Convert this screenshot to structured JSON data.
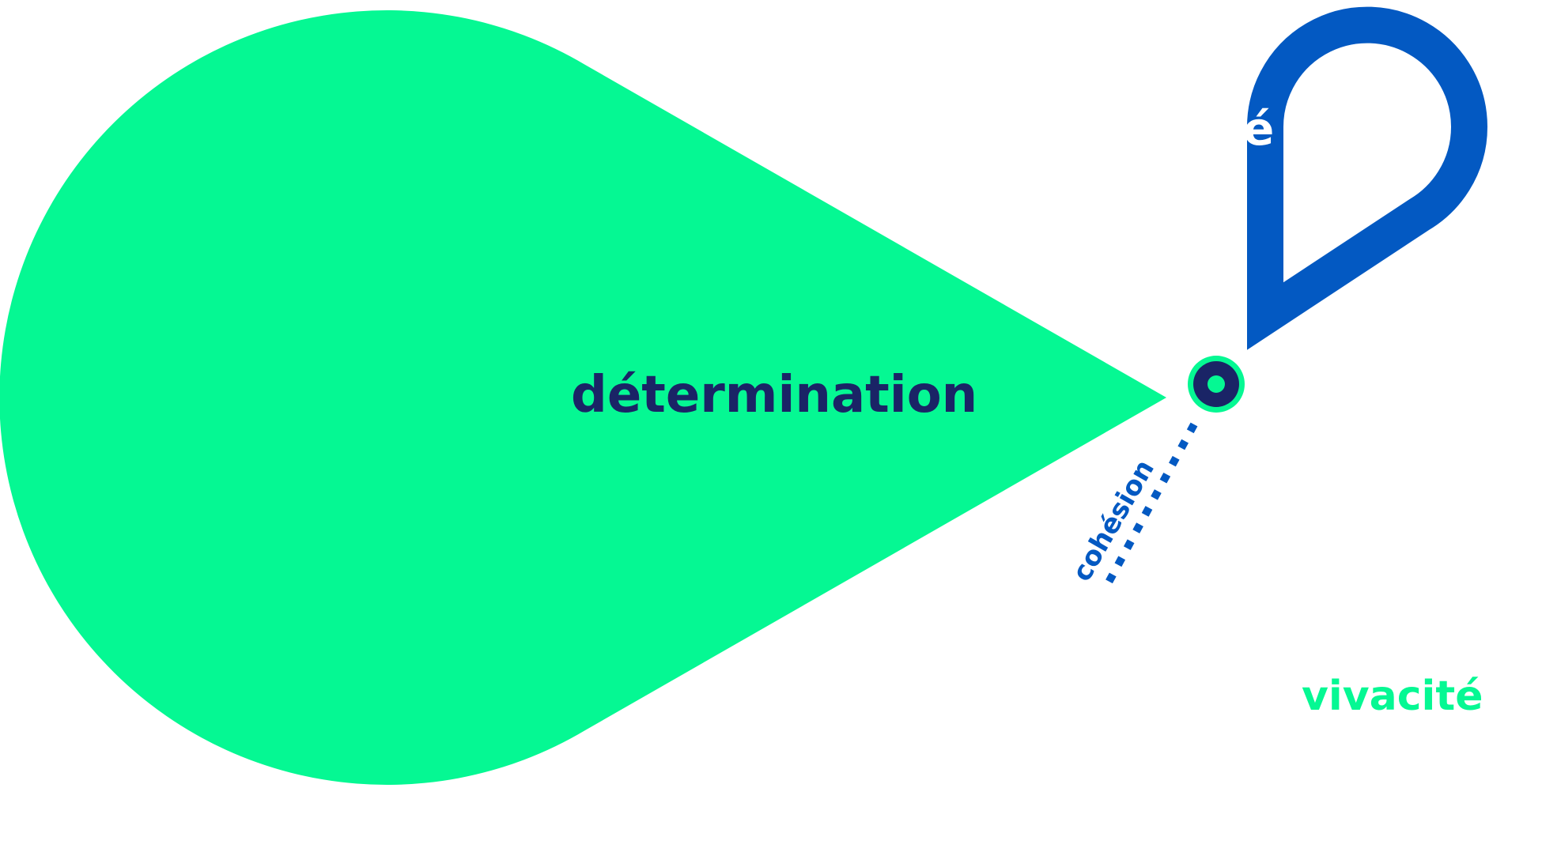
{
  "labels": {
    "main": "détermination",
    "partial_hidden": "é",
    "dotted": "cohésion",
    "bottom_right": "vivacité"
  },
  "colors": {
    "background": "#ffffff",
    "green_drop": "#05F893",
    "blue_drop": "#0359C2",
    "main_label": "#1A2466",
    "hidden_label": "#ffffff",
    "dotted_label": "#0359C2",
    "vivacite_label": "#05F893",
    "hub_ring": "#05F893",
    "hub_core": "#1A2466",
    "hub_center": "#05F893"
  }
}
